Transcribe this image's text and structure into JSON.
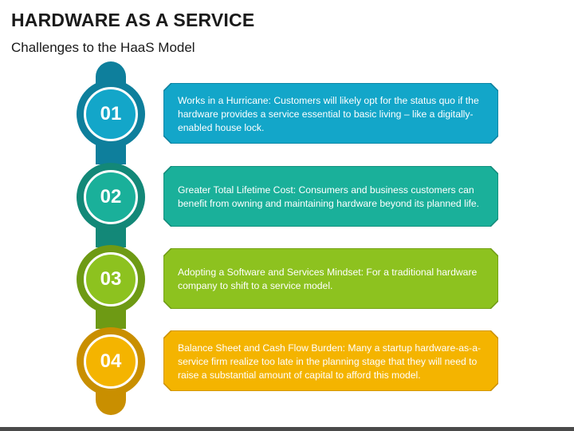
{
  "header": {
    "title": "HARDWARE AS A SERVICE",
    "subtitle": "Challenges to the HaaS Model"
  },
  "steps": [
    {
      "number": "01",
      "text": "Works in a Hurricane: Customers will likely opt for the status quo if the hardware provides a service essential to basic living – like a digitally-enabled house lock.",
      "color": "#13A6C9",
      "dark": "#0E7F9C"
    },
    {
      "number": "02",
      "text": "Greater Total Lifetime Cost: Consumers and business customers can benefit from owning and maintaining hardware beyond its planned life.",
      "color": "#1AB09A",
      "dark": "#138878"
    },
    {
      "number": "03",
      "text": "Adopting a Software and Services Mindset: For a traditional hardware company to shift to a service model.",
      "color": "#8DC21F",
      "dark": "#6E9A14"
    },
    {
      "number": "04",
      "text": "Balance Sheet and Cash Flow Burden: Many a startup hardware-as-a-service firm realize too late in the planning stage that they will need to raise a substantial amount of capital to afford this model.",
      "color": "#F4B400",
      "dark": "#C98F00"
    }
  ]
}
